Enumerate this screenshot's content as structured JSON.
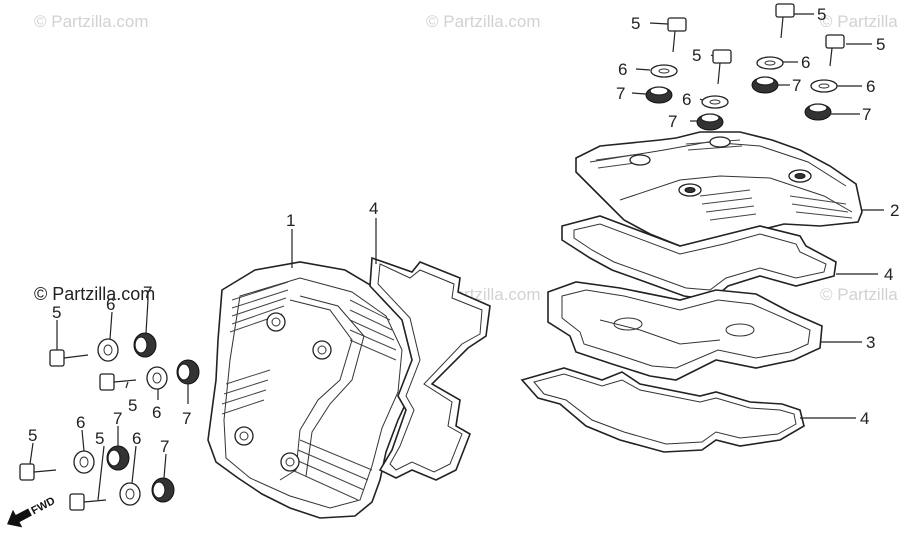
{
  "watermarks": {
    "top_left": "© Partzilla.com",
    "top_center": "© Partzilla.com",
    "top_right": "© Partzilla",
    "left_middle": "© Partzilla.com",
    "center": "© Partzilla.com",
    "right_middle": "© Partzilla"
  },
  "fwd_label": "FWD",
  "callouts": [
    {
      "id": "c1",
      "text": "1"
    },
    {
      "id": "c4a",
      "text": "4"
    },
    {
      "id": "c2",
      "text": "2"
    },
    {
      "id": "c4b",
      "text": "4"
    },
    {
      "id": "c3",
      "text": "3"
    },
    {
      "id": "c4c",
      "text": "4"
    },
    {
      "id": "tr5a",
      "text": "5"
    },
    {
      "id": "tr6a",
      "text": "6"
    },
    {
      "id": "tr7a",
      "text": "7"
    },
    {
      "id": "tr5b",
      "text": "5"
    },
    {
      "id": "tr6b",
      "text": "6"
    },
    {
      "id": "tr7b",
      "text": "7"
    },
    {
      "id": "tr5c",
      "text": "5"
    },
    {
      "id": "tr6c",
      "text": "6"
    },
    {
      "id": "tr7c",
      "text": "7"
    },
    {
      "id": "tr5d",
      "text": "5"
    },
    {
      "id": "tr6d",
      "text": "6"
    },
    {
      "id": "tr7d",
      "text": "7"
    },
    {
      "id": "l5a",
      "text": "5"
    },
    {
      "id": "l6a",
      "text": "6"
    },
    {
      "id": "l7a",
      "text": "7"
    },
    {
      "id": "l5b",
      "text": "5"
    },
    {
      "id": "l6b",
      "text": "6"
    },
    {
      "id": "l7b",
      "text": "7"
    },
    {
      "id": "l5c",
      "text": "5"
    },
    {
      "id": "l6c",
      "text": "6"
    },
    {
      "id": "l5d",
      "text": "5"
    },
    {
      "id": "l7c",
      "text": "7"
    },
    {
      "id": "l6d",
      "text": "6"
    },
    {
      "id": "l7d",
      "text": "7"
    }
  ]
}
